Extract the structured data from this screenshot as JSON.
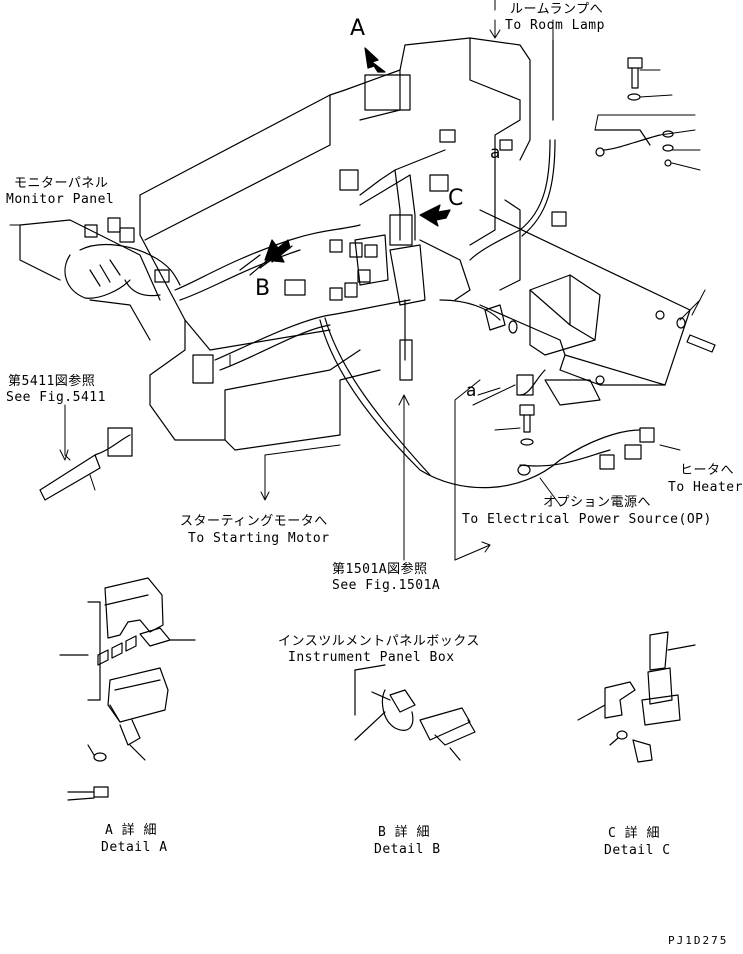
{
  "labels": {
    "room_lamp_jp": "ルームランプへ",
    "room_lamp_en": "To Room Lamp",
    "monitor_panel_jp": "モニターパネル",
    "monitor_panel_en": "Monitor Panel",
    "fig5411_jp": "第5411図参照",
    "fig5411_en": "See Fig.5411",
    "starting_motor_jp": "スターティングモータへ",
    "starting_motor_en": "To Starting Motor",
    "fig1501a_jp": "第1501A図参照",
    "fig1501a_en": "See Fig.1501A",
    "heater_jp": "ヒータへ",
    "heater_en": "To Heater",
    "power_source_jp": "オプション電源へ",
    "power_source_en": "To Electrical Power Source(OP)",
    "instrument_box_jp": "インスツルメントパネルボックス",
    "instrument_box_en": "Instrument Panel Box",
    "detail_a_jp": "A 詳 細",
    "detail_a_en": "Detail A",
    "detail_b_jp": "B 詳 細",
    "detail_b_en": "Detail B",
    "detail_c_jp": "C 詳 細",
    "detail_c_en": "Detail C",
    "callout_a": "A",
    "callout_b": "B",
    "callout_c": "C",
    "callout_a_lower_1": "a",
    "callout_a_lower_2": "a",
    "drawing_number": "PJ1D275"
  },
  "colors": {
    "ink": "#000000",
    "paper": "#ffffff"
  }
}
